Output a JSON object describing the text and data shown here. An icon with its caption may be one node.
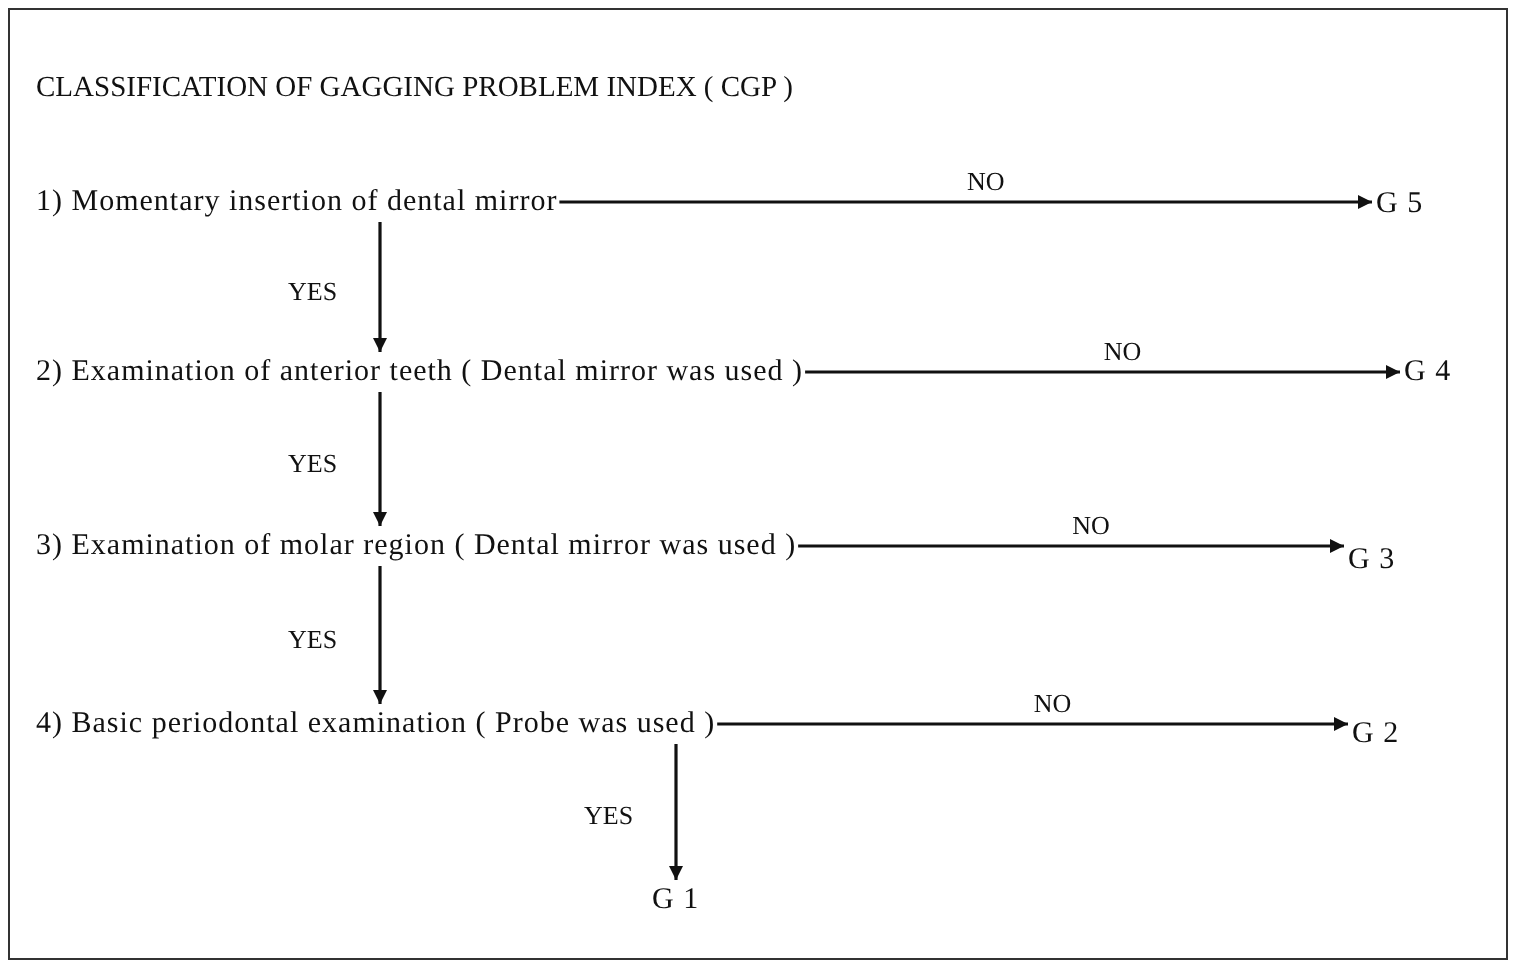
{
  "diagram": {
    "title": "CLASSIFICATION OF GAGGING PROBLEM INDEX ( CGP )",
    "nodes": [
      {
        "text": [
          "1) Momentary insertion of dental mirror"
        ]
      },
      {
        "text": [
          "G 5"
        ]
      },
      {
        "text": [
          "2) Examination of anterior teeth ( Dental mirror was used )"
        ]
      },
      {
        "text": [
          "G 4"
        ]
      },
      {
        "text": [
          "3) Examination of molar region ( Dental mirror was used )"
        ]
      },
      {
        "text": [
          "G 3"
        ]
      },
      {
        "text": [
          "4) Basic periodontal examination ( Probe was used )"
        ]
      },
      {
        "text": [
          "G 2"
        ]
      },
      {
        "text": [
          "G 1"
        ]
      }
    ],
    "edges": [
      {
        "from": 0,
        "to": 1,
        "arrow": "to",
        "label": "NO"
      },
      {
        "from": 0,
        "to": 2,
        "arrow": "to",
        "label": "YES"
      },
      {
        "from": 2,
        "to": 3,
        "arrow": "to",
        "label": "NO"
      },
      {
        "from": 2,
        "to": 4,
        "arrow": "to",
        "label": "YES"
      },
      {
        "from": 4,
        "to": 5,
        "arrow": "to",
        "label": "NO"
      },
      {
        "from": 4,
        "to": 6,
        "arrow": "to",
        "label": "YES"
      },
      {
        "from": 6,
        "to": 7,
        "arrow": "to",
        "label": "NO"
      },
      {
        "from": 6,
        "to": 8,
        "arrow": "to",
        "label": "YES"
      }
    ]
  }
}
